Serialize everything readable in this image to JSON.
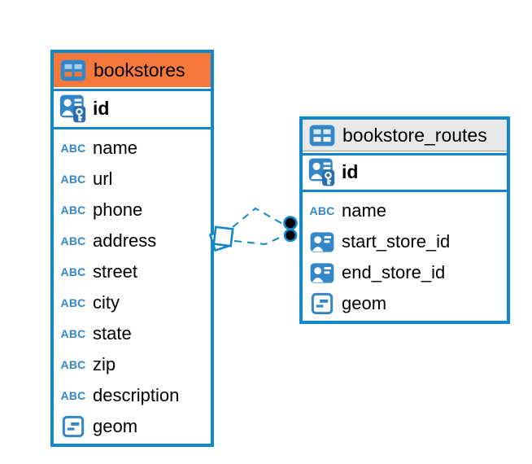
{
  "icons": {
    "table": "table-grid-icon",
    "primary_key": "person-key-icon",
    "foreign_key": "person-card-icon",
    "text_type": "abc-icon",
    "text_type_label": "ABC",
    "geometry": "geometry-icon"
  },
  "colors": {
    "table_border": "#1287C9",
    "bookstores_header_bg": "#F6793C",
    "routes_header_bg": "#E8E8E8",
    "icon_blue": "#3386C7",
    "connector_line": "#1287C9",
    "text": "#000000"
  },
  "tables": [
    {
      "name": "bookstores",
      "columns": [
        {
          "name": "id",
          "type": "primary_key"
        },
        {
          "name": "name",
          "type": "text"
        },
        {
          "name": "url",
          "type": "text"
        },
        {
          "name": "phone",
          "type": "text"
        },
        {
          "name": "address",
          "type": "text"
        },
        {
          "name": "street",
          "type": "text"
        },
        {
          "name": "city",
          "type": "text"
        },
        {
          "name": "state",
          "type": "text"
        },
        {
          "name": "zip",
          "type": "text"
        },
        {
          "name": "description",
          "type": "text"
        },
        {
          "name": "geom",
          "type": "geometry"
        }
      ]
    },
    {
      "name": "bookstore_routes",
      "columns": [
        {
          "name": "id",
          "type": "primary_key"
        },
        {
          "name": "name",
          "type": "text"
        },
        {
          "name": "start_store_id",
          "type": "foreign_key"
        },
        {
          "name": "end_store_id",
          "type": "foreign_key"
        },
        {
          "name": "geom",
          "type": "geometry"
        }
      ]
    }
  ],
  "relationships": [
    {
      "between": [
        "bookstores",
        "bookstore_routes"
      ],
      "style": "dashed"
    },
    {
      "between": [
        "bookstores",
        "bookstore_routes"
      ],
      "style": "dashed"
    }
  ]
}
